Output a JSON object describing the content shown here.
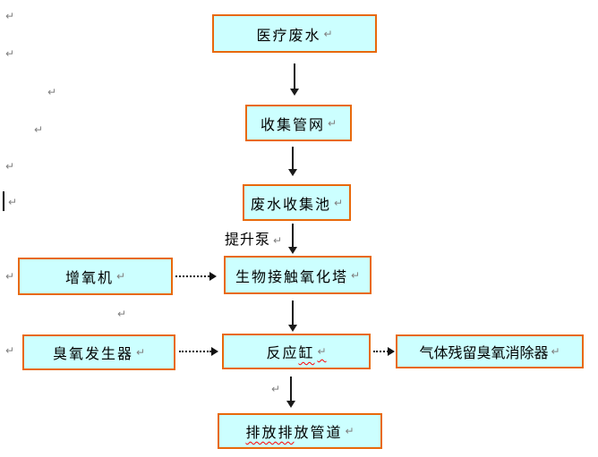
{
  "boxes": [
    {
      "id": "medical-wastewater",
      "label": "医疗废水"
    },
    {
      "id": "collection-pipe-network",
      "label": "收集管网"
    },
    {
      "id": "wastewater-collection-pool",
      "label": "废水收集池"
    },
    {
      "id": "bio-contact-oxidation-tower",
      "label": "生物接触氧化塔"
    },
    {
      "id": "aerator",
      "label": "增氧机"
    },
    {
      "id": "ozone-generator",
      "label": "臭氧发生器"
    },
    {
      "id": "reaction-tank",
      "label_pre": "反应",
      "label_wavy": "缸"
    },
    {
      "id": "gas-residual-ozone-eliminator",
      "label": "气体残留臭氧消除器"
    },
    {
      "id": "discharge-pipe",
      "label_wavy": "排放排",
      "label_post": "放管道"
    }
  ],
  "labels": {
    "pump": "提升泵"
  },
  "marks": {
    "return_glyph": "↵"
  },
  "colors": {
    "box_fill": "#CCFFFF",
    "box_border": "#E8690B",
    "arrow": "#1A1A1A",
    "paragraph_mark": "#808080",
    "squiggle": "#FF0000",
    "background": "#FFFFFF"
  }
}
